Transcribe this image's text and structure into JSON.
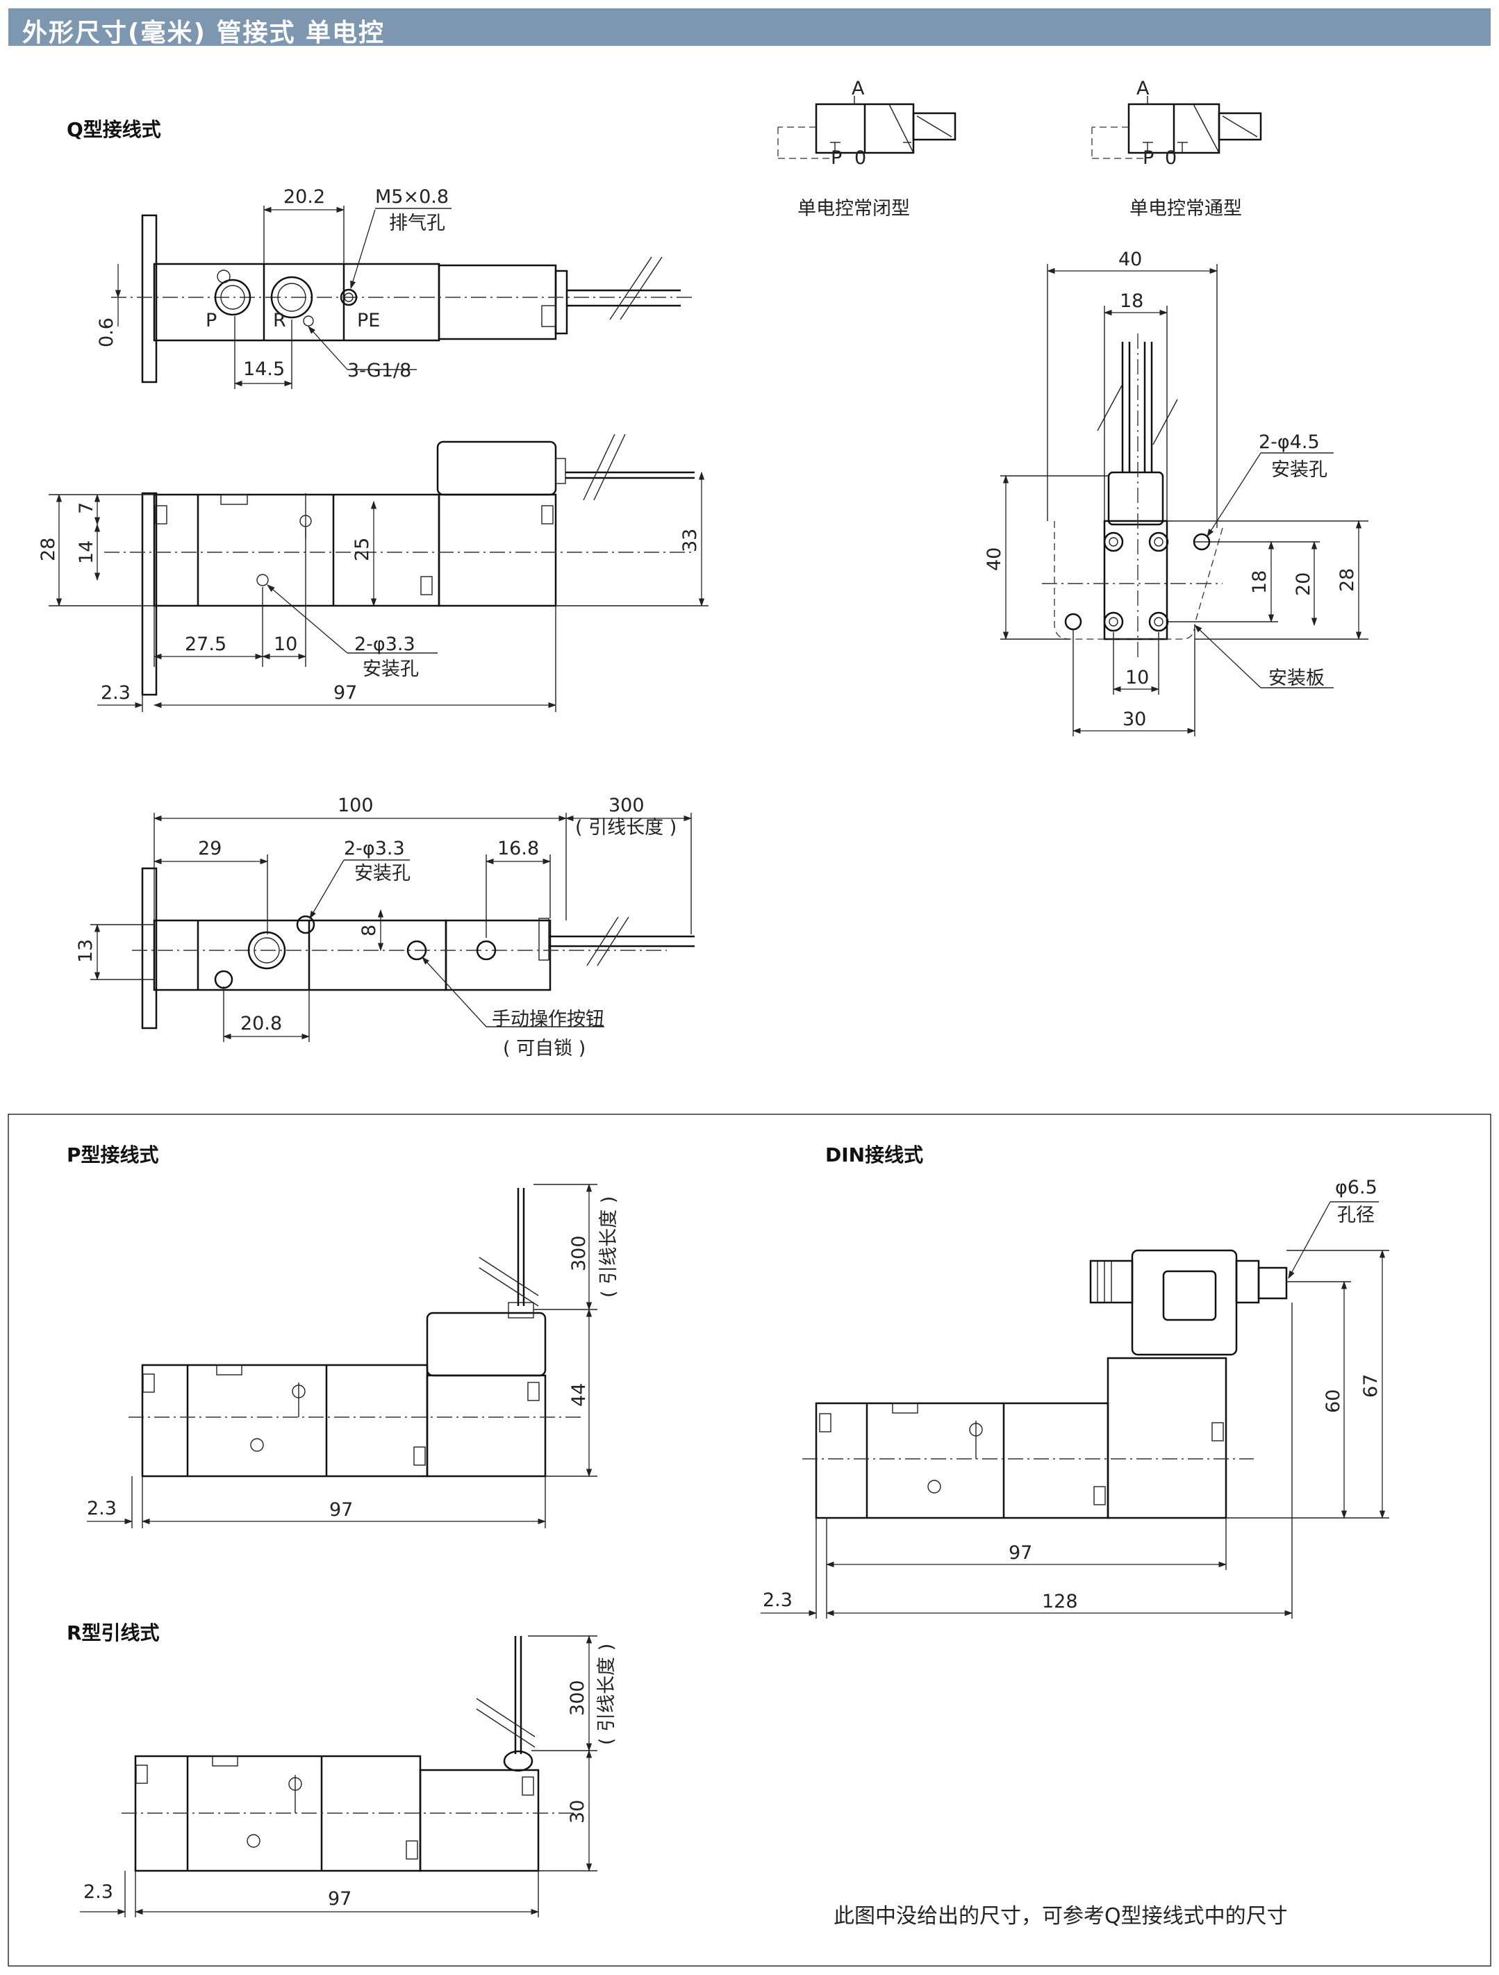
{
  "header": {
    "title": "外形尺寸(毫米)  管接式  单电控"
  },
  "sections": {
    "q_type": "Q型接线式",
    "p_type": "P型接线式",
    "din_type": "DIN接线式",
    "r_type": "R型引线式"
  },
  "symbols": {
    "nc": {
      "caption": "单电控常闭型",
      "port_a": "A",
      "port_p": "P",
      "port_o": "0"
    },
    "no": {
      "caption": "单电控常通型",
      "port_a": "A",
      "port_p": "P",
      "port_o": "0"
    }
  },
  "q_top": {
    "d_20_2": "20.2",
    "thread": "M5×0.8",
    "exhaust": "排气孔",
    "port_p": "P",
    "port_r": "R",
    "port_pe": "PE",
    "d_0_6": "0.6",
    "d_14_5": "14.5",
    "ports": "3-G1/8"
  },
  "q_front": {
    "d_7": "7",
    "d_28": "28",
    "d_14": "14",
    "d_25": "25",
    "d_33": "33",
    "d_27_5": "27.5",
    "d_10": "10",
    "holes": "2-φ3.3",
    "holes_label": "安装孔",
    "d_2_3": "2.3",
    "d_97": "97"
  },
  "q_bottom": {
    "d_100": "100",
    "d_300": "300",
    "lead_len": "( 引线长度 )",
    "d_29": "29",
    "holes": "2-φ3.3",
    "holes_label": "安装孔",
    "d_16_8": "16.8",
    "d_13": "13",
    "d_8": "8",
    "d_20_8": "20.8",
    "manual": "手动操作按钮",
    "lockable": "( 可自锁 )"
  },
  "side": {
    "d_40w": "40",
    "d_18w": "18",
    "holes": "2-φ4.5",
    "holes_label": "安装孔",
    "d_40h": "40",
    "d_18h": "18",
    "d_20h": "20",
    "d_28h": "28",
    "d_10": "10",
    "d_30": "30",
    "plate": "安装板"
  },
  "p_view": {
    "d_300": "300",
    "lead_len": "( 引线长度 )",
    "d_44": "44",
    "d_2_3": "2.3",
    "d_97": "97"
  },
  "din_view": {
    "d_phi": "φ6.5",
    "hole": "孔径",
    "d_60": "60",
    "d_67": "67",
    "d_97": "97",
    "d_2_3": "2.3",
    "d_128": "128"
  },
  "r_view": {
    "d_300": "300",
    "lead_len": "( 引线长度 )",
    "d_30": "30",
    "d_2_3": "2.3",
    "d_97": "97"
  },
  "note": "此图中没给出的尺寸，可参考Q型接线式中的尺寸"
}
